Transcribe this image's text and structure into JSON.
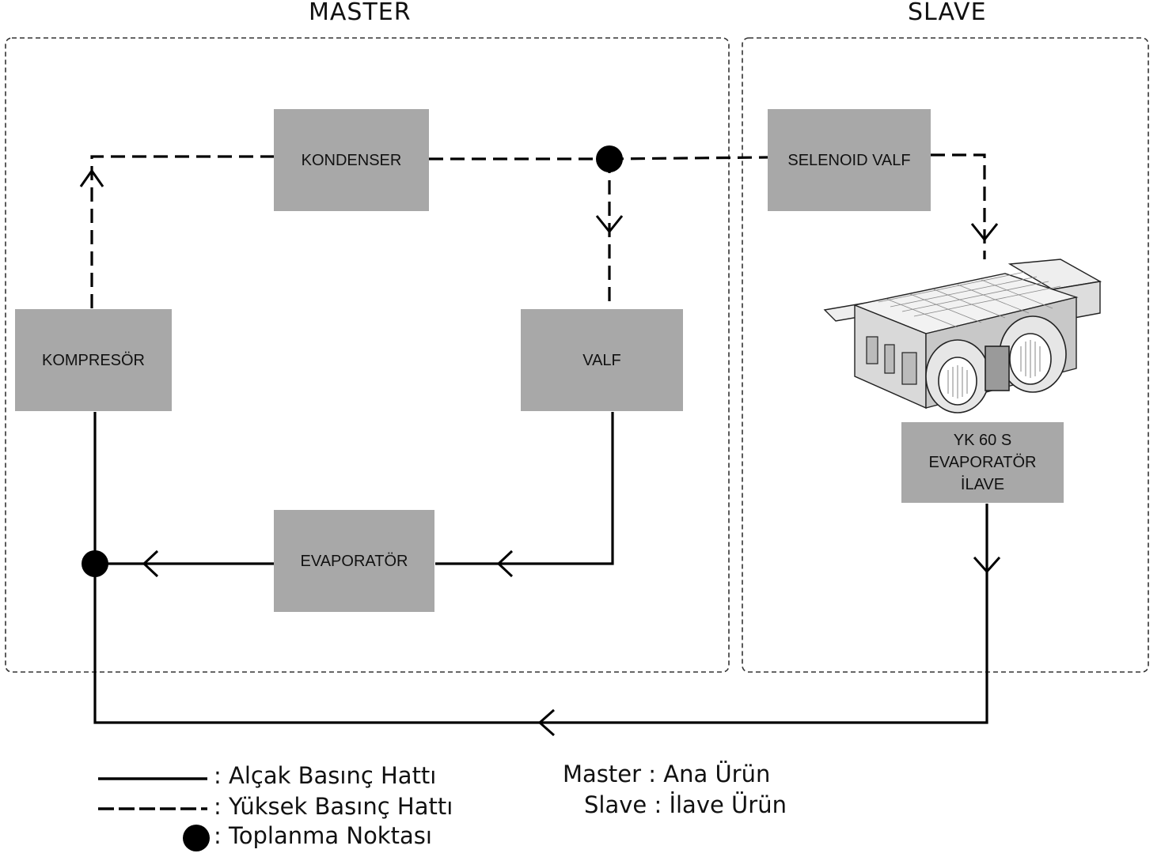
{
  "regions": {
    "master_title": "MASTER",
    "slave_title": "SLAVE"
  },
  "components": {
    "kondenser": "KONDENSER",
    "kompresor": "KOMPRESÖR",
    "valf": "VALF",
    "evaporator": "EVAPORATÖR",
    "selenoid_valf": "SELENOID VALF",
    "yk60s_line1": "YK 60 S",
    "yk60s_line2": "EVAPORATÖR",
    "yk60s_line3": "İLAVE"
  },
  "legend": {
    "low_pressure": ":  Alçak Basınç Hattı",
    "high_pressure": ":  Yüksek Basınç Hattı",
    "collection_point": ":  Toplanma Noktası",
    "master_def": "Master :  Ana Ürün",
    "slave_def": "Slave :  İlave Ürün"
  },
  "colors": {
    "box_fill": "#a8a8a8",
    "line": "#000000"
  }
}
